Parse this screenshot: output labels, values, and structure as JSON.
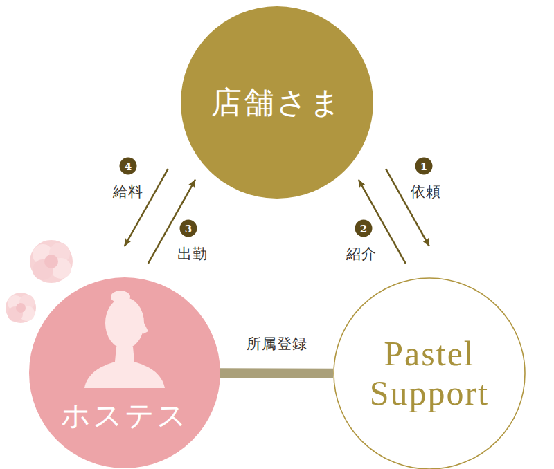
{
  "diagram": {
    "nodes": [
      {
        "text": [
          "店舗さま"
        ]
      },
      {
        "text": [
          "ホステス"
        ]
      },
      {
        "text": [
          "Pastel Support"
        ]
      }
    ],
    "edges": [
      {
        "from": 0,
        "to": 2,
        "label": "依頼",
        "arrow": "to"
      },
      {
        "from": 2,
        "to": 0,
        "label": "紹介",
        "arrow": "to"
      },
      {
        "from": 1,
        "to": 0,
        "label": "出勤",
        "arrow": "to"
      },
      {
        "from": 0,
        "to": 1,
        "label": "給料",
        "arrow": "to"
      },
      {
        "from": 1,
        "to": 2,
        "label": "所属登録",
        "arrow": "none"
      }
    ],
    "labels": [
      "1",
      "2",
      "3",
      "4"
    ]
  }
}
